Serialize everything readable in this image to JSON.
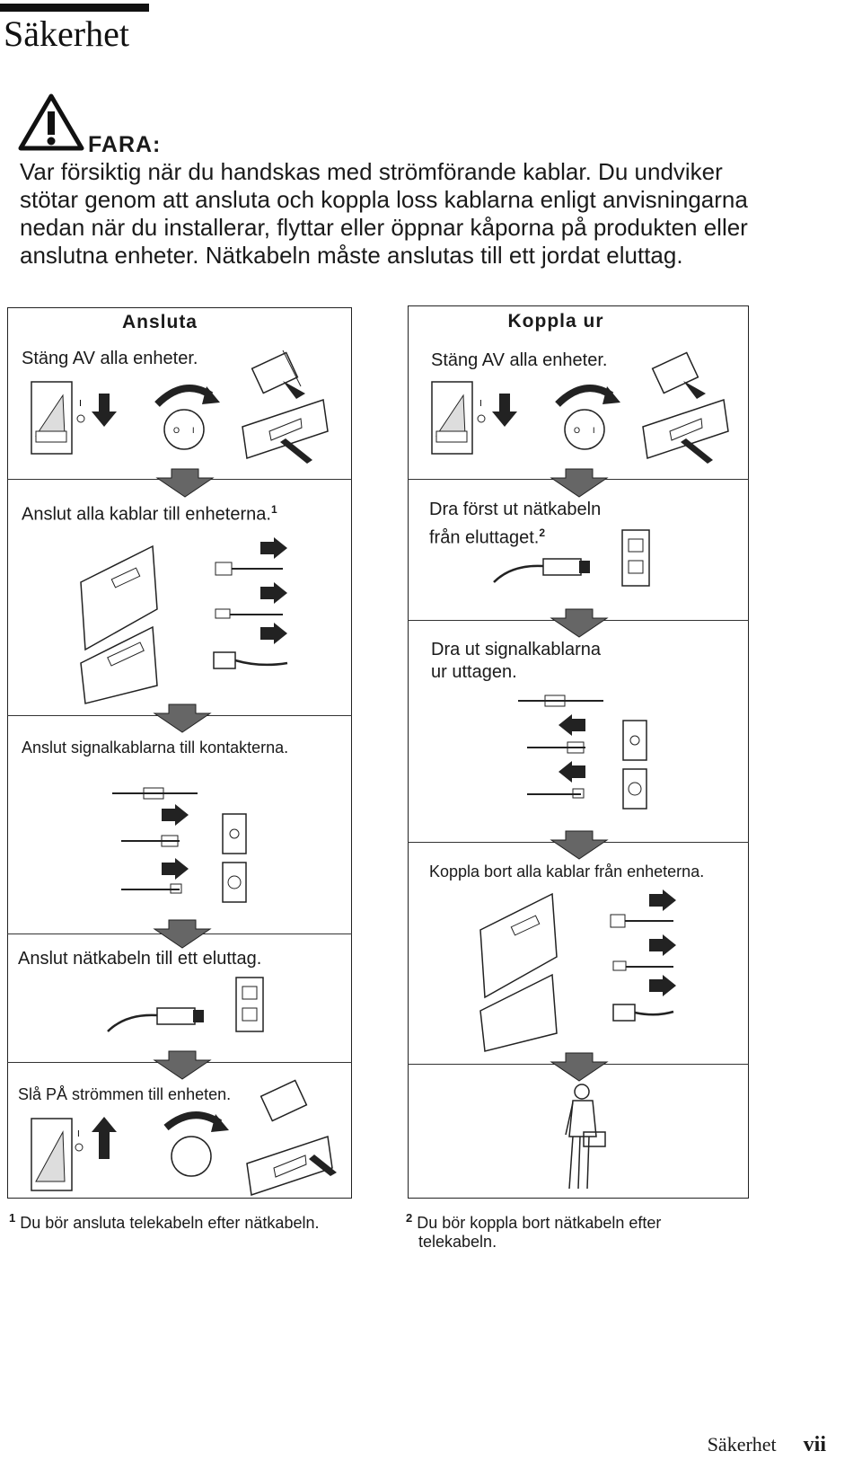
{
  "page": {
    "title": "Säkerhet",
    "footer_section": "Säkerhet",
    "footer_page": "vii"
  },
  "danger": {
    "label": "FARA:",
    "text": "Var försiktig när du handskas med strömförande kablar. Du undviker stötar genom att ansluta och koppla loss kablarna enligt anvisningarna nedan när du installerar, flyttar eller öppnar kåporna på produkten eller anslutna enheter. Nätkabeln måste anslutas till ett jordat eluttag."
  },
  "connect": {
    "title": "Ansluta",
    "steps": [
      "Stäng AV alla enheter.",
      "Anslut alla kablar till enheterna.",
      "Anslut signalkablarna till kontakterna.",
      "Anslut nätkabeln till ett eluttag.",
      "Slå PÅ strömmen till enheten."
    ],
    "step2_ref": "1"
  },
  "disconnect": {
    "title": "Koppla ur",
    "steps": [
      "Stäng AV alla enheter.",
      "Dra först ut nätkabeln",
      "från eluttaget.",
      "Dra ut signalkablarna",
      "ur uttagen.",
      "Koppla bort alla kablar från enheterna."
    ],
    "step2_ref": "2"
  },
  "footnotes": [
    {
      "num": "1",
      "text": "Du bör ansluta telekabeln efter nätkabeln."
    },
    {
      "num": "2",
      "text": "Du bör koppla bort nätkabeln efter",
      "text2": "telekabeln."
    }
  ],
  "icons": [
    "warning-triangle-icon",
    "arrow-down-icon",
    "switch-icon",
    "plug-icon",
    "outlet-icon",
    "person-icon"
  ]
}
